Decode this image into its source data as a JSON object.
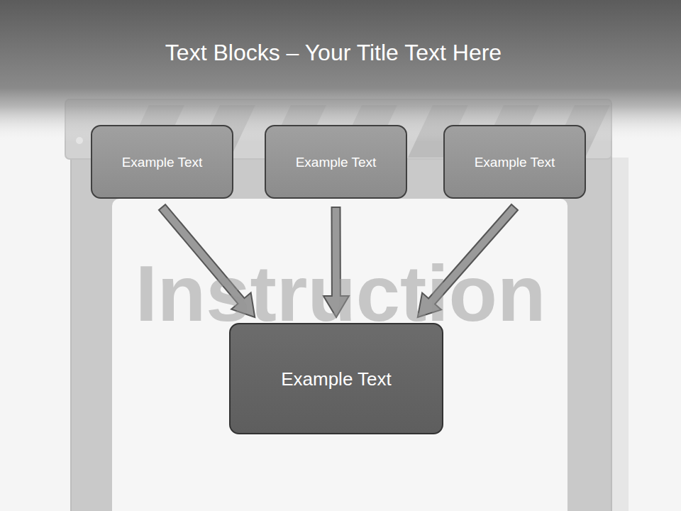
{
  "diagram": {
    "title": "Text Blocks – Your Title Text Here",
    "nodes": [
      {
        "text": [
          "Example Text"
        ]
      },
      {
        "text": [
          "Example Text"
        ]
      },
      {
        "text": [
          "Example Text"
        ]
      },
      {
        "text": [
          "Example Text"
        ]
      }
    ],
    "edges": [
      {
        "from": 0,
        "to": 3,
        "arrow": "to"
      },
      {
        "from": 1,
        "to": 3,
        "arrow": "to"
      },
      {
        "from": 2,
        "to": 3,
        "arrow": "to"
      }
    ],
    "labels": [
      "Instruction"
    ]
  }
}
